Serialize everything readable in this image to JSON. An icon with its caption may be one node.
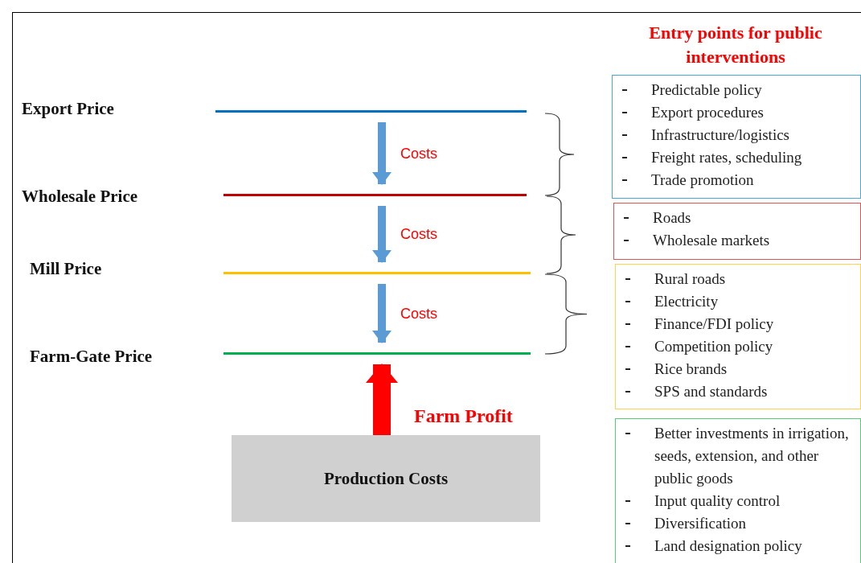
{
  "diagram": {
    "nodes": [
      {
        "text": [],
        "shape": "bar"
      },
      {
        "text": [],
        "shape": "bar"
      },
      {
        "text": [],
        "shape": "bar"
      },
      {
        "text": [],
        "shape": "bar"
      },
      {
        "text": [
          "Production Costs"
        ]
      },
      {
        "text": [
          "Predictable policy",
          "Export procedures",
          "Infrastructure/logistics",
          "Freight rates, scheduling",
          "Trade promotion"
        ]
      },
      {
        "text": [
          "Roads",
          "Wholesale markets"
        ]
      },
      {
        "text": [
          "Rural roads",
          "Electricity",
          "Finance/FDI policy",
          "Competition policy",
          "Rice brands",
          "SPS and standards"
        ]
      },
      {
        "text": [
          "Better investments in irrigation, seeds, extension, and other public goods",
          "Input quality control",
          "Diversification",
          "Land designation policy"
        ]
      }
    ],
    "edges": [
      {
        "from": 0,
        "to": 1,
        "arrow": "to",
        "label": "Costs"
      },
      {
        "from": 1,
        "to": 2,
        "arrow": "to",
        "label": "Costs"
      },
      {
        "from": 2,
        "to": 3,
        "arrow": "to",
        "label": "Costs"
      },
      {
        "from": 4,
        "to": 3,
        "arrow": "to",
        "label": "Farm Profit",
        "style": "thick",
        "color": "#ff0000"
      }
    ],
    "labels": [
      "Entry points for public interventions",
      "Export Price",
      "Wholesale Price",
      "Mill Price",
      "Farm-Gate Price"
    ]
  }
}
